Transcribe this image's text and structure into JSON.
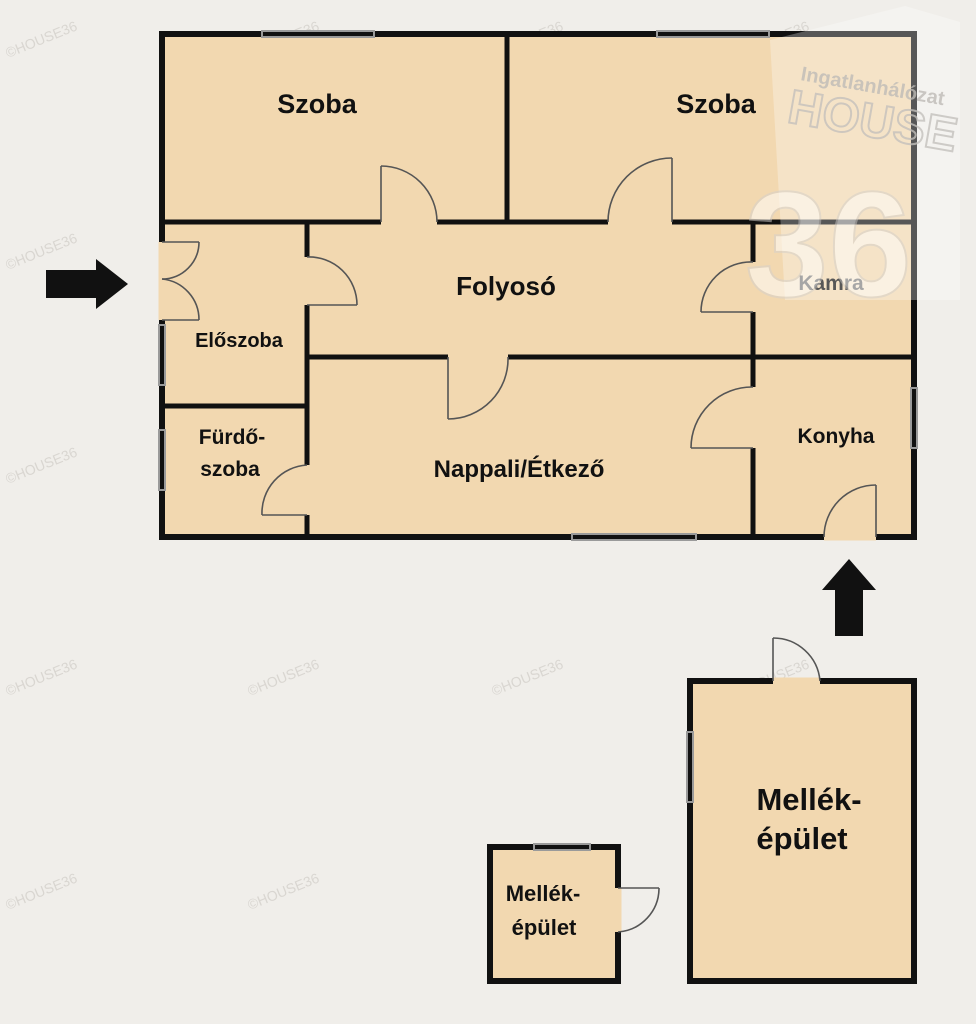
{
  "rooms": {
    "szoba_left": "Szoba",
    "szoba_right": "Szoba",
    "eloszoba": "Előszoba",
    "folyoso": "Folyosó",
    "kamra": "Kamra",
    "furdo_line1": "Fürdő-",
    "furdo_line2": "szoba",
    "nappali": "Nappali/Étkező",
    "konyha": "Konyha",
    "mellek_large_line1": "Mellék-",
    "mellek_large_line2": "épület",
    "mellek_small_line1": "Mellék-",
    "mellek_small_line2": "épület"
  },
  "branding": {
    "network_text": "Ingatlanhálózat",
    "brand_word": "HOUSE",
    "brand_number": "36",
    "watermark": "©HOUSE36"
  },
  "icons": {
    "entrance_arrow_left": "arrow-right-icon",
    "entrance_arrow_bottom": "arrow-up-icon"
  },
  "colors": {
    "room_fill": "#f2d8b0",
    "wall": "#111111",
    "background": "#f0eeea"
  }
}
